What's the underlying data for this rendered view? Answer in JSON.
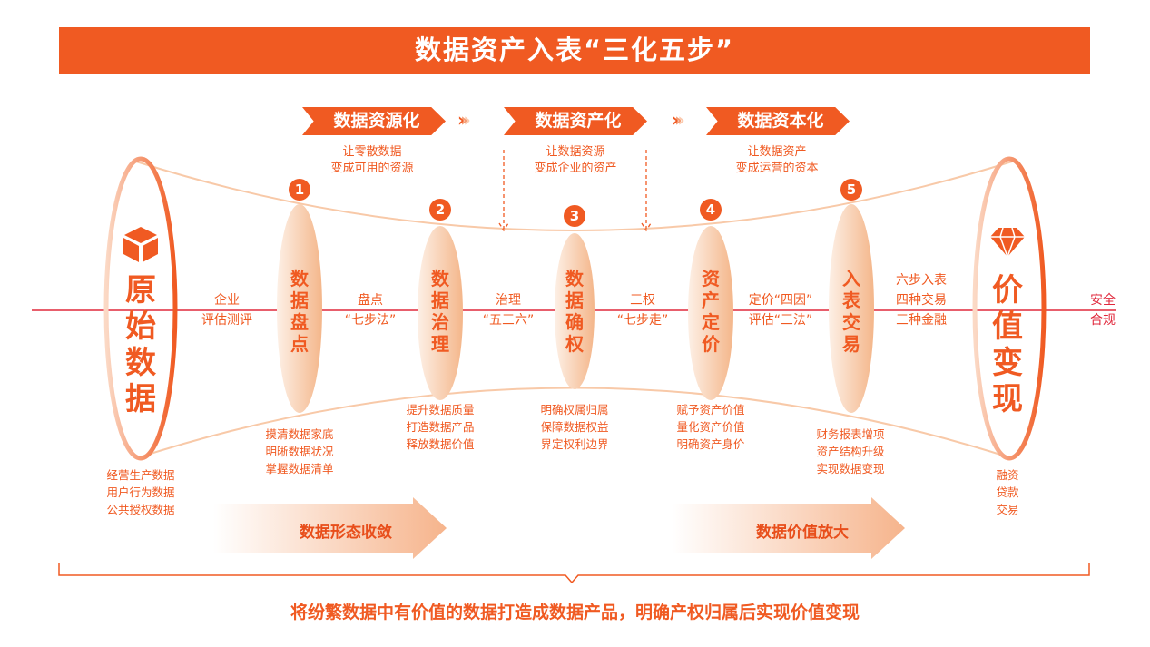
{
  "title": "数据资产入表“三化五步”",
  "stages": [
    {
      "label": "数据资源化",
      "desc": [
        "让零散数据",
        "变成可用的资源"
      ]
    },
    {
      "label": "数据资产化",
      "desc": [
        "让数据资源",
        "变成企业的资产"
      ]
    },
    {
      "label": "数据资本化",
      "desc": [
        "让数据资产",
        "变成运营的资本"
      ]
    }
  ],
  "chevron": "›››",
  "start": {
    "label": "原始数据",
    "icon": "cube-icon",
    "items": [
      "经营生产数据",
      "用户行为数据",
      "公共授权数据"
    ]
  },
  "end": {
    "label": "价值变现",
    "icon": "diamond-icon",
    "items": [
      "融资",
      "贷款",
      "交易"
    ]
  },
  "steps": [
    {
      "num": "1",
      "label": "数据盘点",
      "items": [
        "摸清数据家底",
        "明晰数据状况",
        "掌握数据清单"
      ]
    },
    {
      "num": "2",
      "label": "数据治理",
      "items": [
        "提升数据质量",
        "打造数据产品",
        "释放数据价值"
      ]
    },
    {
      "num": "3",
      "label": "数据确权",
      "items": [
        "明确权属归属",
        "保障数据权益",
        "界定权利边界"
      ]
    },
    {
      "num": "4",
      "label": "资产定价",
      "items": [
        "赋予资产价值",
        "量化资产价值",
        "明确资产身价"
      ]
    },
    {
      "num": "5",
      "label": "入表交易",
      "items": [
        "财务报表增项",
        "资产结构升级",
        "实现数据变现"
      ]
    }
  ],
  "connectors": [
    [
      "企业",
      "评估测评"
    ],
    [
      "盘点",
      "“七步法”"
    ],
    [
      "治理",
      "“五三六”"
    ],
    [
      "三权",
      "“七步走”"
    ],
    [
      "定价“四因”",
      "评估“三法”"
    ],
    [
      "六步入表",
      "四种交易",
      "三种金融"
    ],
    [
      "安全",
      "合规"
    ]
  ],
  "arrows": [
    "数据形态收敛",
    "数据价值放大"
  ],
  "bottom": "将纷繁数据中有价值的数据打造成数据产品，明确产权归属后实现价值变现",
  "colors": {
    "accent": "#f05a22",
    "line": "#e0283c",
    "light": "#f8c9a8"
  }
}
